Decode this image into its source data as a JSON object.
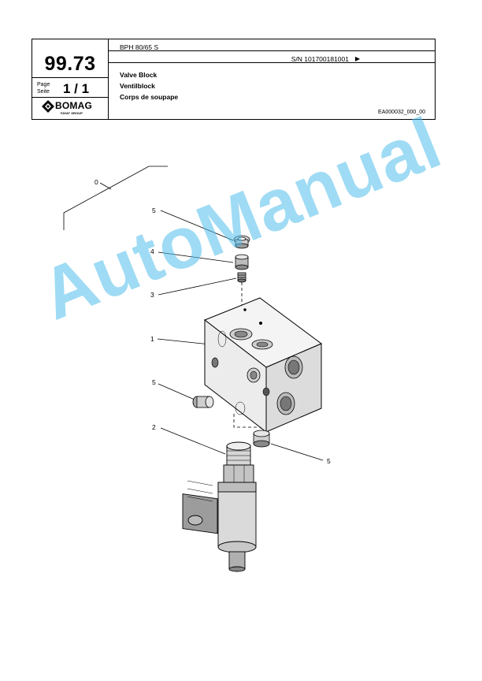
{
  "header": {
    "part_number": "99.73",
    "page_label_en": "Page",
    "page_label_de": "Seite",
    "page_number": "1 / 1",
    "logo_text": "BOMAG",
    "logo_subtext": "FAYAT GROUP",
    "model": "BPH 80/65 S",
    "serial_number": "S/N 101700181001",
    "serial_arrow": "▶",
    "title_en": "Valve Block",
    "title_de": "Ventilblock",
    "title_fr": "Corps de soupape",
    "document_ref": "EA000032_000_00"
  },
  "callouts": {
    "c0": "0",
    "c5_top": "5",
    "c4": "4",
    "c3": "3",
    "c1": "1",
    "c5_left": "5",
    "c2": "2",
    "c5_right": "5"
  },
  "watermark": "AutoManual",
  "colors": {
    "watermark": "#50bee b",
    "line": "#000000"
  }
}
